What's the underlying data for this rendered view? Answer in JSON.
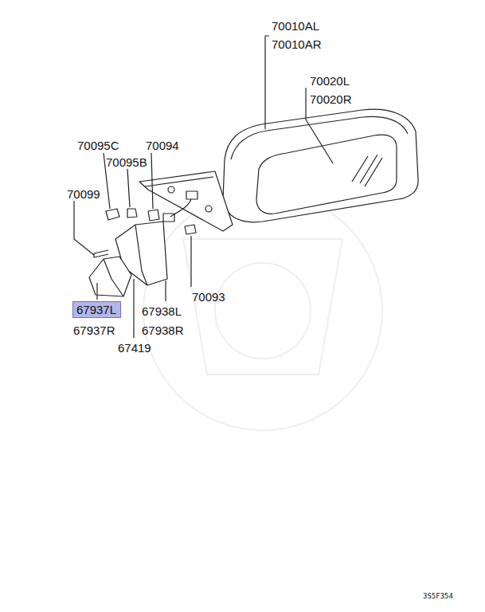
{
  "diagram": {
    "nodes": [
      {
        "text": [
          "67937L"
        ]
      }
    ],
    "labels": [
      "70010AL",
      "70010AR",
      "70020L",
      "70020R",
      "70095C",
      "70094",
      "70095B",
      "70099",
      "70093",
      "67938L",
      "67937R",
      "67938R",
      "67419",
      "3S5F354"
    ]
  }
}
